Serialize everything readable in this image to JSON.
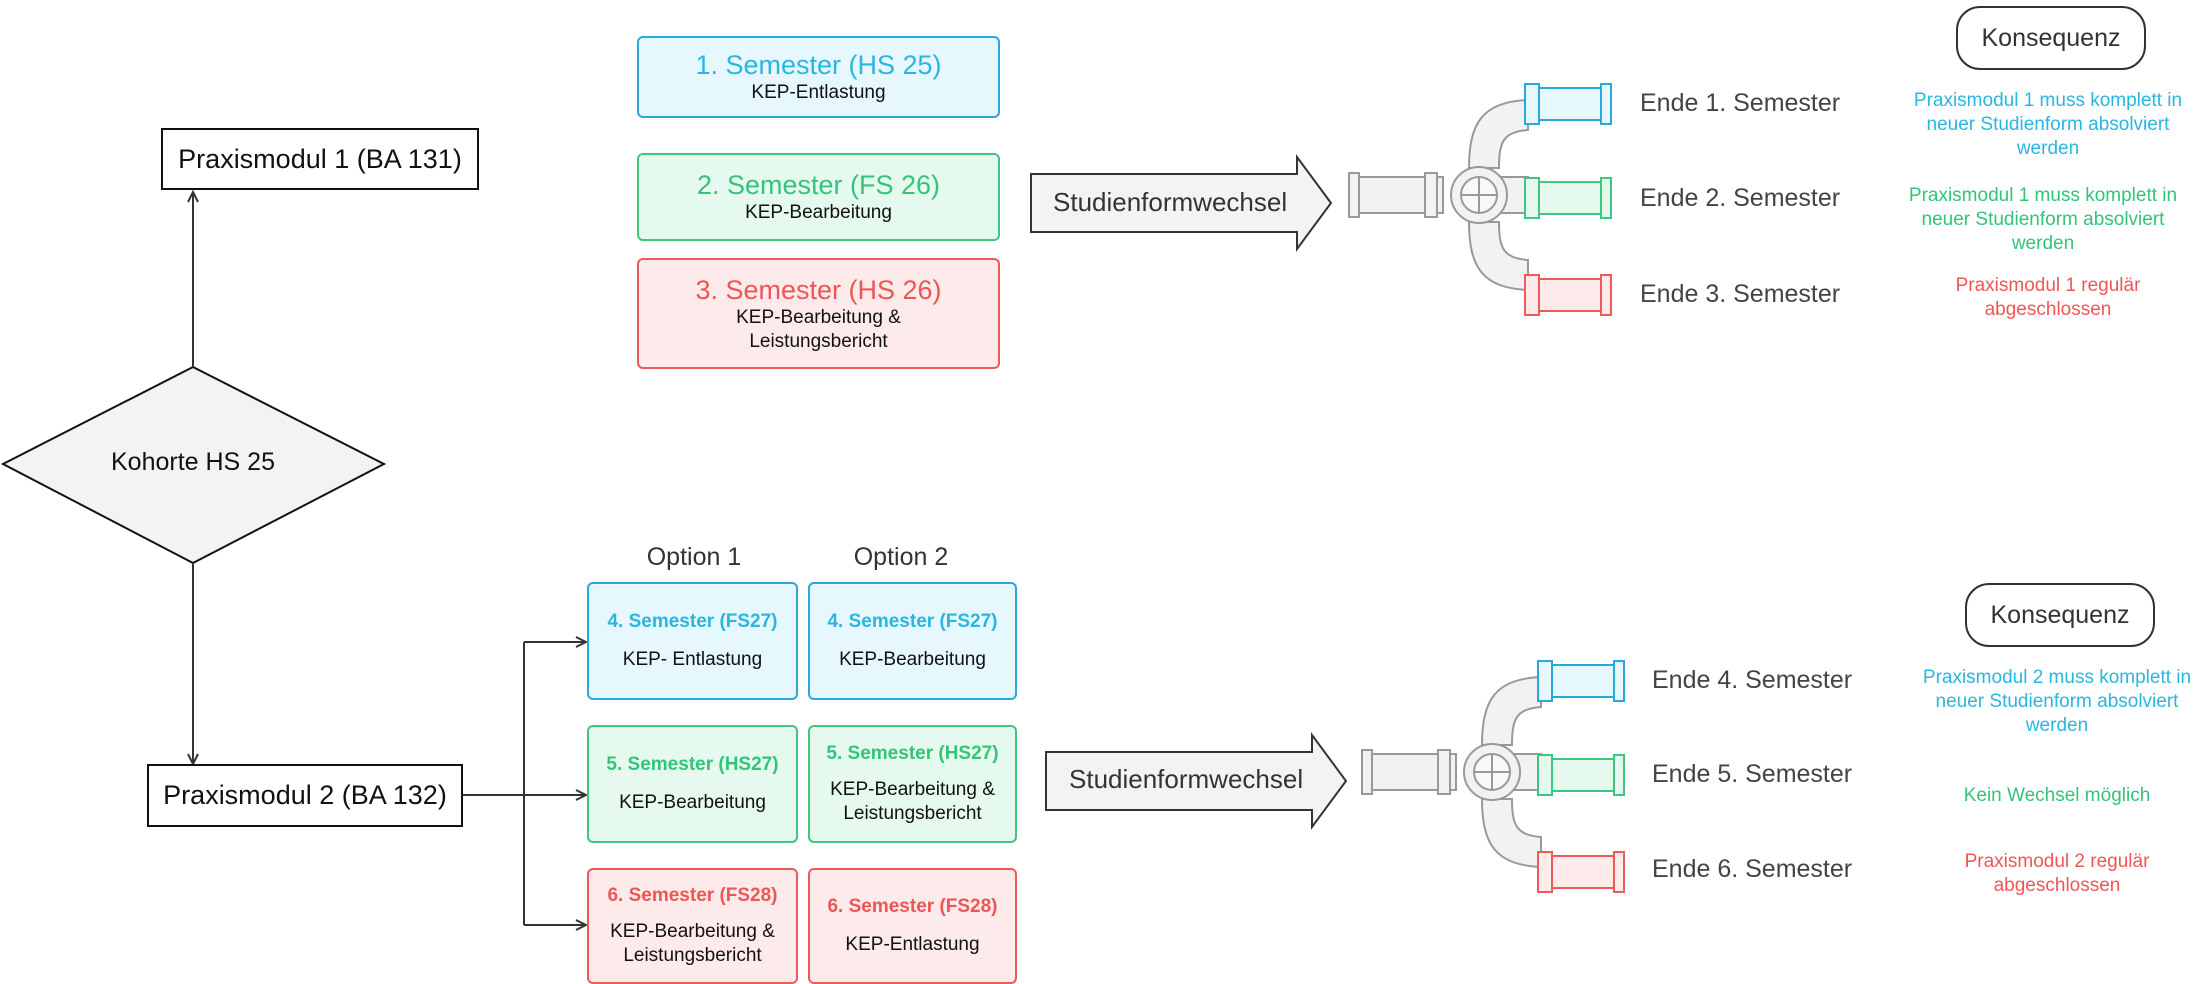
{
  "cohort": "Kohorte HS 25",
  "praxis1": "Praxismodul 1 (BA 131)",
  "praxis2": "Praxismodul 2 (BA 132)",
  "top": {
    "semesters": [
      {
        "title": "1. Semester (HS 25)",
        "sub": "KEP-Entlastung"
      },
      {
        "title": "2. Semester (FS 26)",
        "sub": "KEP-Bearbeitung"
      },
      {
        "title": "3. Semester (HS 26)",
        "sub": "KEP-Bearbeitung & Leistungsbericht"
      }
    ],
    "arrow_label": "Studienformwechsel",
    "ends": [
      "Ende 1. Semester",
      "Ende 2. Semester",
      "Ende 3. Semester"
    ],
    "konsequenz_label": "Konsequenz",
    "consequences": [
      "Praxismodul 1 muss komplett in neuer Studienform absolviert werden",
      "Praxismodul 1 muss komplett in neuer Studienform absolviert werden",
      "Praxismodul 1 regulär abgeschlossen"
    ]
  },
  "bottom": {
    "option1_label": "Option 1",
    "option2_label": "Option 2",
    "option1": [
      {
        "title": "4. Semester (FS27)",
        "sub": "KEP- Entlastung"
      },
      {
        "title": "5. Semester (HS27)",
        "sub": "KEP-Bearbeitung"
      },
      {
        "title": "6. Semester (FS28)",
        "sub": "KEP-Bearbeitung & Leistungsbericht"
      }
    ],
    "option2": [
      {
        "title": "4. Semester (FS27)",
        "sub": "KEP-Bearbeitung"
      },
      {
        "title": "5. Semester (HS27)",
        "sub": "KEP-Bearbeitung & Leistungsbericht"
      },
      {
        "title": "6. Semester (FS28)",
        "sub": "KEP-Entlastung"
      }
    ],
    "arrow_label": "Studienformwechsel",
    "ends": [
      "Ende 4. Semester",
      "Ende 5. Semester",
      "Ende 6. Semester"
    ],
    "konsequenz_label": "Konsequenz",
    "consequences": [
      "Praxismodul 2 muss komplett in neuer Studienform absolviert werden",
      "Kein Wechsel möglich",
      "Praxismodul 2 regulär abgeschlossen"
    ]
  },
  "colors": {
    "blue": "#29b6e0",
    "green": "#33c47a",
    "red": "#ee5656"
  }
}
